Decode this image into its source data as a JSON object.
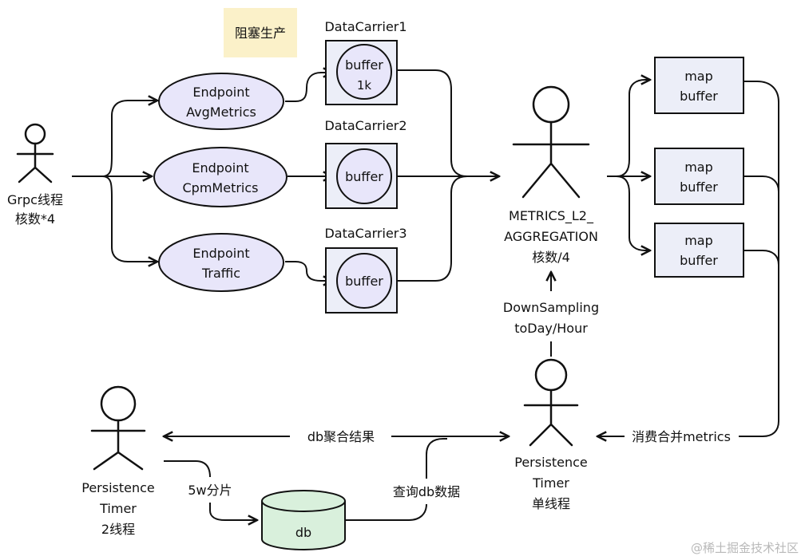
{
  "note": "阻塞生产",
  "actors": {
    "grpc": [
      "Grpc线程",
      "核数*4"
    ],
    "metrics_l2": [
      "METRICS_L2_",
      "AGGREGATION",
      "核数/4"
    ],
    "persistence_single": [
      "Persistence",
      "Timer",
      "单线程"
    ],
    "persistence_2": [
      "Persistence",
      "Timer",
      "2线程"
    ]
  },
  "endpoints": [
    [
      "Endpoint",
      "AvgMetrics"
    ],
    [
      "Endpoint",
      "CpmMetrics"
    ],
    [
      "Endpoint",
      "Traffic"
    ]
  ],
  "carriers": [
    {
      "title": "DataCarrier1",
      "buffer": [
        "buffer",
        "1k"
      ]
    },
    {
      "title": "DataCarrier2",
      "buffer": [
        "buffer"
      ]
    },
    {
      "title": "DataCarrier3",
      "buffer": [
        "buffer"
      ]
    }
  ],
  "map_buffers": [
    [
      "map",
      "buffer"
    ],
    [
      "map",
      "buffer"
    ],
    [
      "map",
      "buffer"
    ]
  ],
  "edge_labels": {
    "downsampling": [
      "DownSampling",
      "toDay/Hour"
    ],
    "consume_merge": "消费合并metrics",
    "db_result": "db聚合结果",
    "shard": "5w分片",
    "query": "查询db数据"
  },
  "db_label": "db",
  "watermark": "@稀土掘金技术社区"
}
